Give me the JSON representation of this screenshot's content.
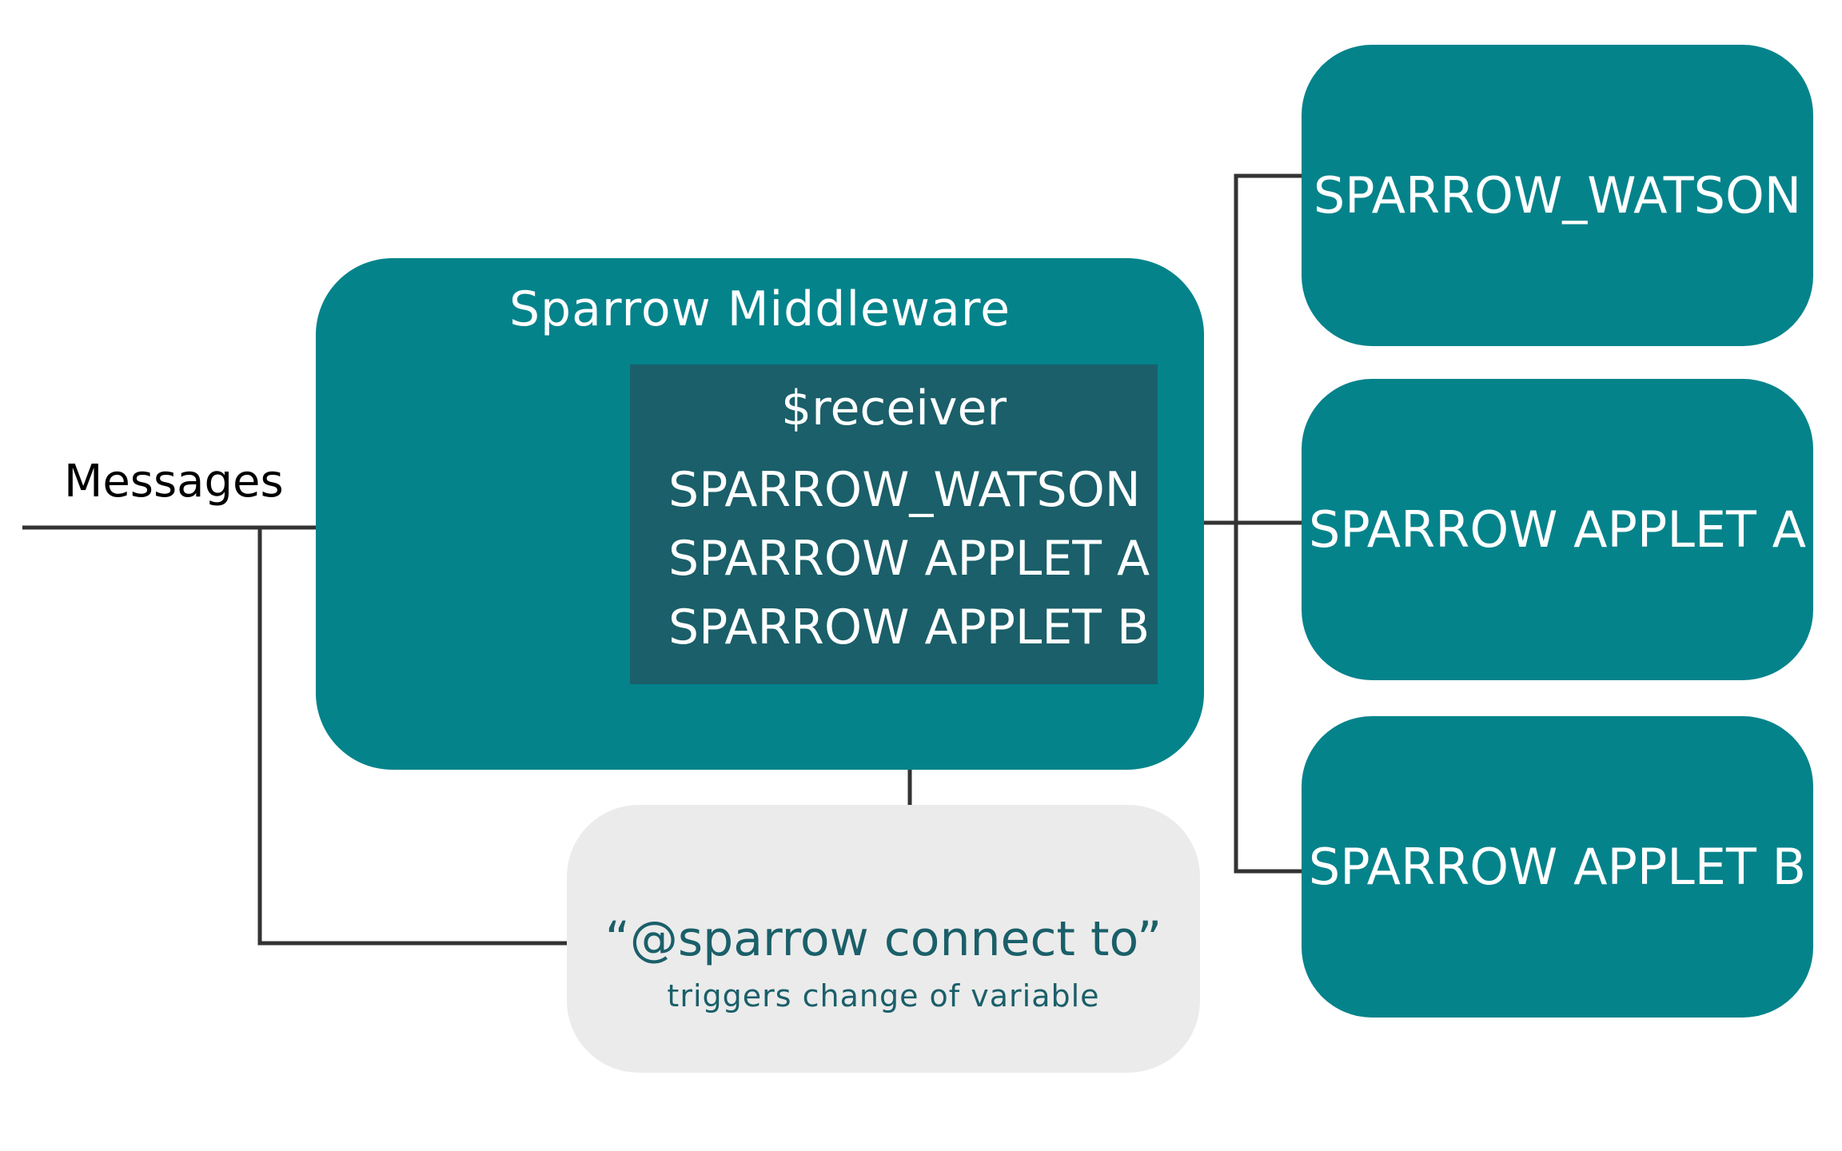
{
  "inputs": {
    "label": "Messages"
  },
  "middleware": {
    "title": "Sparrow Middleware",
    "receiver": {
      "title": "$receiver",
      "items": [
        "SPARROW_WATSON",
        "SPARROW APPLET A",
        "SPARROW APPLET B"
      ]
    }
  },
  "targets": [
    "SPARROW_WATSON",
    "SPARROW APPLET A",
    "SPARROW APPLET B"
  ],
  "trigger": {
    "command": "“@sparrow connect to”",
    "description": "triggers change of variable"
  },
  "colors": {
    "teal": "#04838b",
    "dark_teal": "#1a5f69",
    "trigger_bg": "#ebebeb",
    "line": "#333333"
  }
}
